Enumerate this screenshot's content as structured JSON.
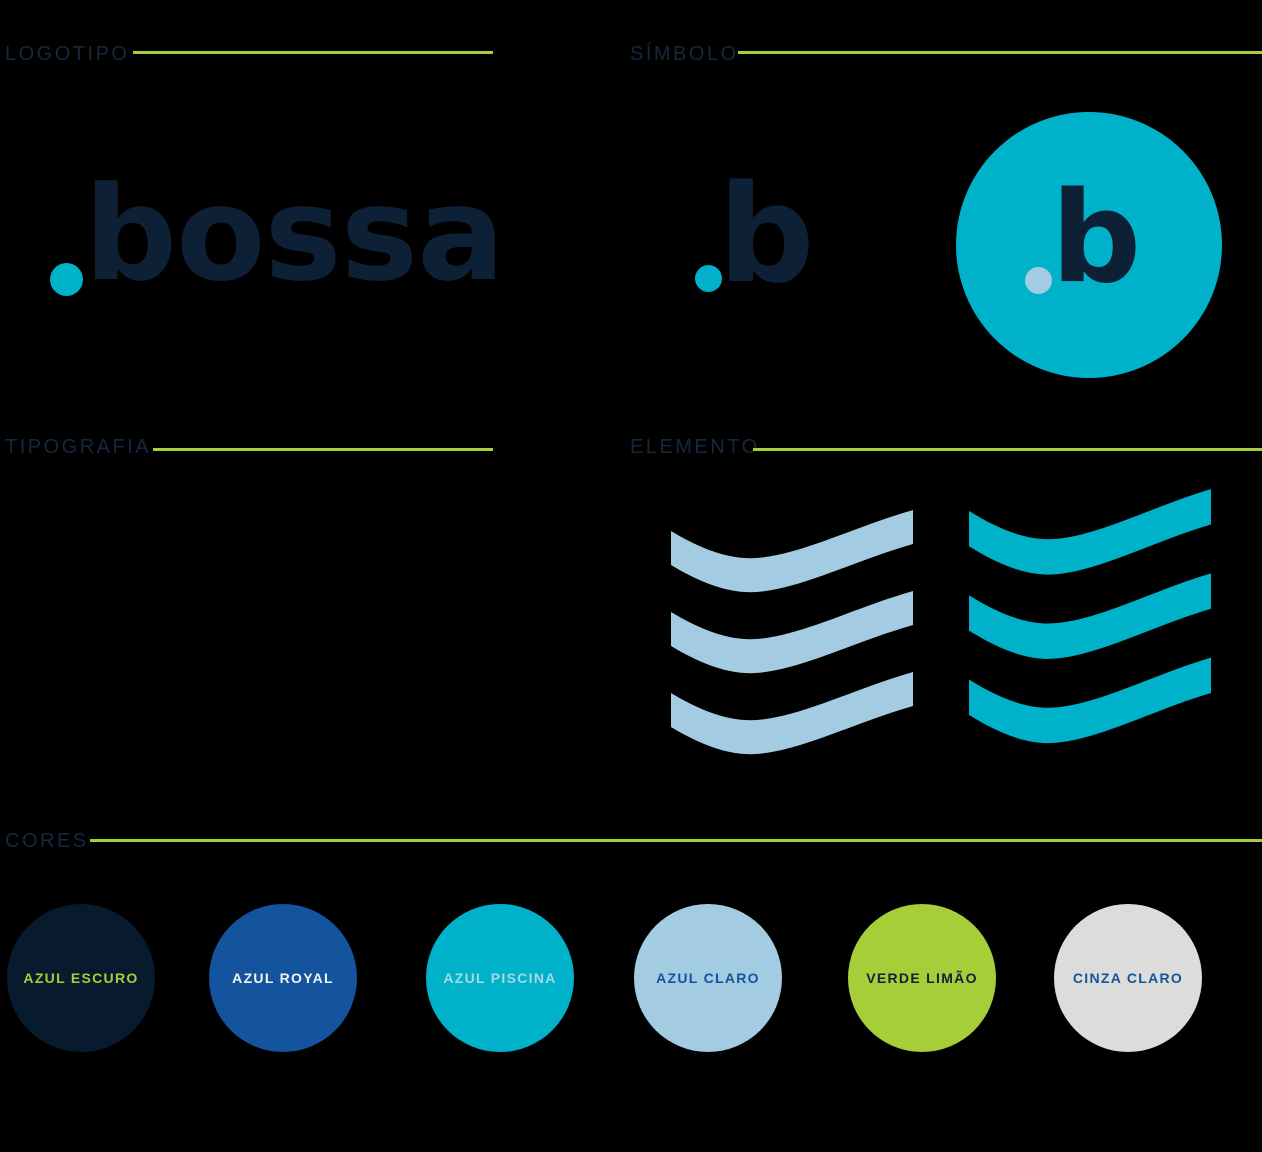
{
  "palette": {
    "navy": "#0E2036",
    "header": "#16283E",
    "azul_escuro": "#081A2D",
    "azul_royal": "#14539D",
    "azul_piscina": "#00B2C9",
    "azul_claro": "#A3CCE3",
    "verde_limao": "#A6CE39",
    "cinza_claro": "#DCDCDA"
  },
  "sections": {
    "logotipo": {
      "title": "LOGOTIPO"
    },
    "simbolo": {
      "title": "SÍMBOLO"
    },
    "tipografia": {
      "title": "TIPOGRAFIA"
    },
    "elemento": {
      "title": "ELEMENTO"
    },
    "cores": {
      "title": "CORES"
    }
  },
  "logotipo": {
    "wordmark": "bossa"
  },
  "simbolo": {
    "letter": "b",
    "roundel_letter": "b"
  },
  "elemento": {
    "variants": [
      {
        "name": "waves-light",
        "color": "#A3CCE3"
      },
      {
        "name": "waves-teal",
        "color": "#00B2C9"
      }
    ]
  },
  "cores": {
    "swatches": [
      {
        "label": "AZUL ESCURO",
        "fill": "#081A2D",
        "text_color": "#A6CE39"
      },
      {
        "label": "AZUL ROYAL",
        "fill": "#14539D",
        "text_color": "#F2F4F3"
      },
      {
        "label": "AZUL PISCINA",
        "fill": "#00B2C9",
        "text_color": "#A9D6E5"
      },
      {
        "label": "AZUL CLARO",
        "fill": "#A3CCE3",
        "text_color": "#14539D"
      },
      {
        "label": "VERDE LIMÃO",
        "fill": "#A6CE39",
        "text_color": "#0E2137"
      },
      {
        "label": "CINZA CLARO",
        "fill": "#DCDCDA",
        "text_color": "#14539D"
      }
    ]
  }
}
